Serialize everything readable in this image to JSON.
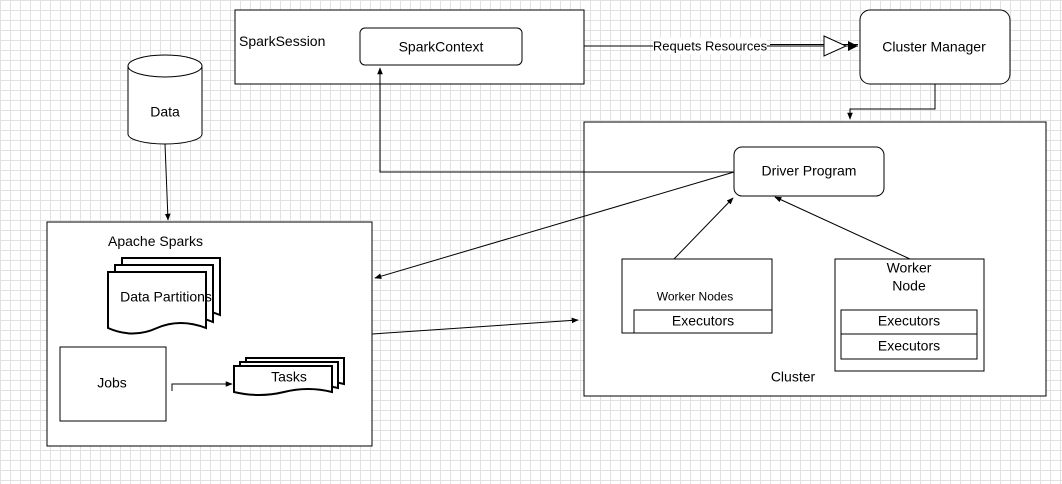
{
  "diagram": {
    "nodes": {
      "spark_session": "SparkSession",
      "spark_context": "SparkContext",
      "cluster_manager": "Cluster Manager",
      "data": "Data",
      "apache_sparks": "Apache Sparks",
      "data_partitions": "Data Partitions",
      "jobs": "Jobs",
      "tasks": "Tasks",
      "cluster": "Cluster",
      "driver_program": "Driver Program",
      "worker_nodes": "Worker Nodes",
      "executors_1": "Executors",
      "worker_node_line1": "Worker",
      "worker_node_line2": "Node",
      "executors_2": "Executors",
      "executors_3": "Executors"
    },
    "edges": {
      "request_resources": "Requets Resources"
    }
  }
}
